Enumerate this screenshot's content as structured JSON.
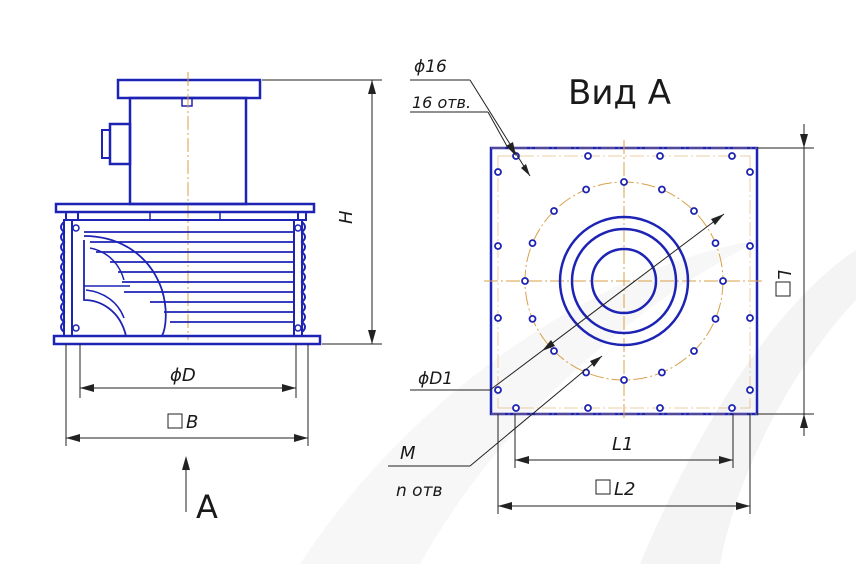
{
  "drawing": {
    "view_title": "Вид А",
    "view_arrow_label": "A",
    "hole_diameter": "ϕ16",
    "hole_count": "16 отв.",
    "height": "H",
    "diameter": "ϕD",
    "square_b": "B",
    "bolt_circle": "ϕD1",
    "bolt_thread": "M",
    "bolt_count": "n отв",
    "dim_l1": "L1",
    "dim_l2": "L2",
    "dim_l": "L"
  },
  "colors": {
    "line": "#1d23b4",
    "axis": "#d9a04a",
    "dimension": "#222222"
  }
}
